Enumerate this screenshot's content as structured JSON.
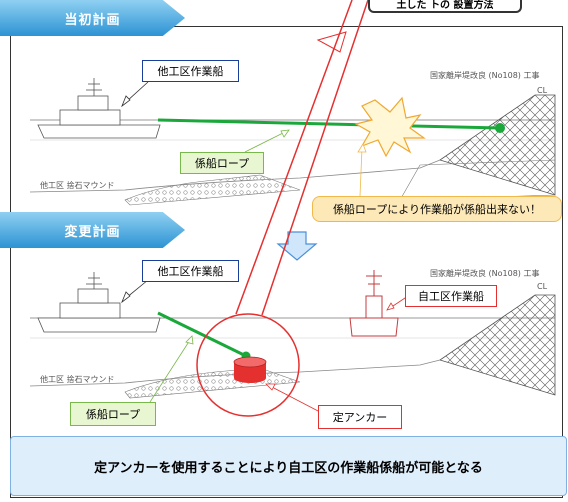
{
  "top_box": "土した トの 設置方法",
  "sections": {
    "before": "当初計画",
    "after": "変更計画"
  },
  "labels": {
    "other_vessel": "他工区作業船",
    "other_vessel_2": "他工区作業船",
    "mooring_rope": "係船ロープ",
    "mooring_rope_2": "係船ロープ",
    "own_vessel": "自工区作業船",
    "anchor": "定アンカー",
    "warning": "係船ロープにより作業船が係船出来ない！",
    "mound": "他工区 捨石マウンド",
    "mound_2": "他工区 捨石マウンド",
    "project": "国家離岸堤改良 (No108) 工事",
    "project_2": "国家離岸堤改良 (No108) 工事",
    "cl": "CL",
    "cl_2": "CL"
  },
  "conclusion": "定アンカーを使用することにより自工区の作業船係船が可能となる",
  "colors": {
    "rope": "#1aa83a",
    "red": "#e53030",
    "header_blue": "#2c93d3",
    "callout_border": "#1a3f9a"
  }
}
